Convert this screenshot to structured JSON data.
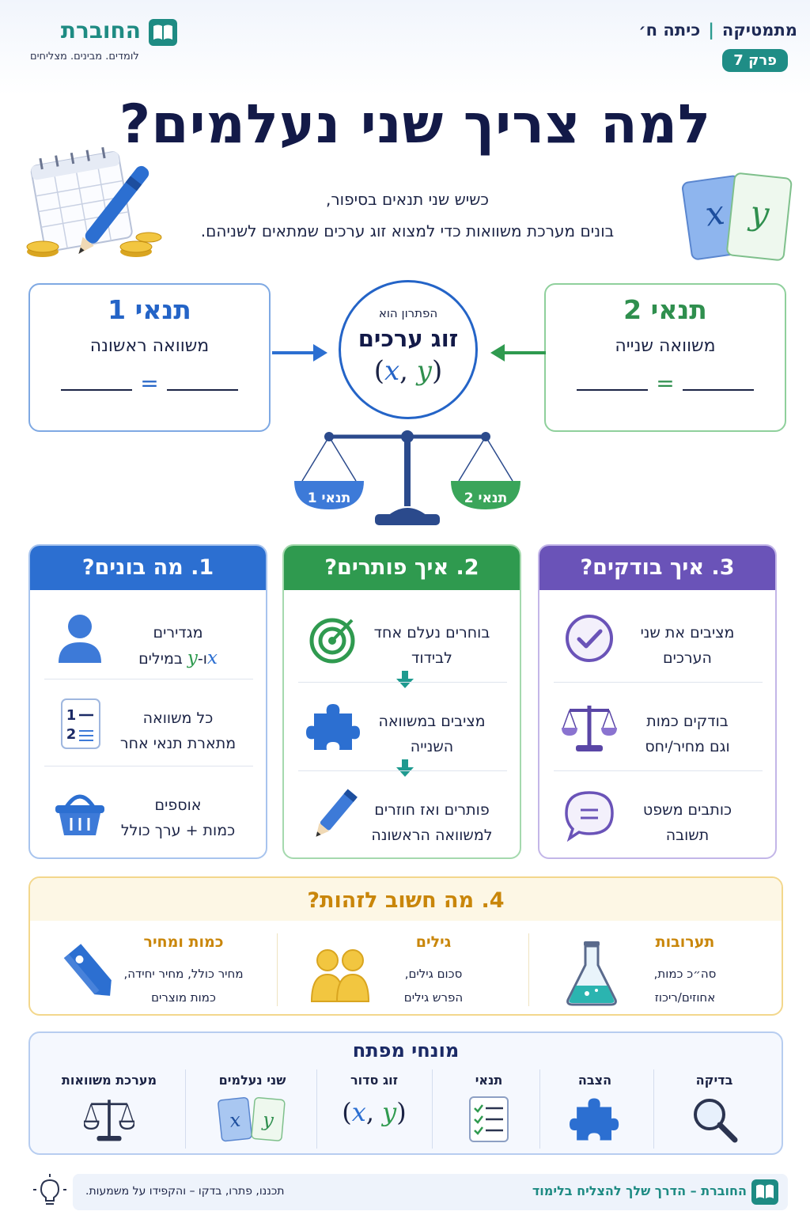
{
  "header": {
    "subject": "מתמטיקה",
    "grade": "כיתה ח׳",
    "chapter": "פרק 7",
    "brand_name": "החוברת",
    "brand_tagline": "לומדים. מבינים. מצליחים"
  },
  "title": "למה צריך שני נעלמים?",
  "intro": {
    "line1": "כשיש שני תנאים בסיפור,",
    "line2": "בונים מערכת משוואות כדי למצוא זוג ערכים שמתאים לשניהם."
  },
  "conditions": {
    "cond1_title": "תנאי 1",
    "cond1_sub": "משוואה ראשונה",
    "cond2_title": "תנאי 2",
    "cond2_sub": "משוואה שנייה",
    "equals": "="
  },
  "solution": {
    "pre": "הפתרון הוא",
    "main": "זוג ערכים",
    "x": "x",
    "y": "y"
  },
  "scale": {
    "left_pan": "תנאי 1",
    "right_pan": "תנאי 2"
  },
  "columns": [
    {
      "title": "1. מה בונים?",
      "items": [
        {
          "line1": "מגדירים",
          "line2": "במילים",
          "icon": "person-icon"
        },
        {
          "line1": "כל משוואה",
          "line2": "מתארת תנאי אחר",
          "icon": "numbered-list-icon"
        },
        {
          "line1": "אוספים",
          "line2": "כמות + ערך כולל",
          "icon": "basket-icon"
        }
      ],
      "vars": {
        "x": "x",
        "and": "ו-",
        "y": "y"
      }
    },
    {
      "title": "2. איך פותרים?",
      "items": [
        {
          "line1": "בוחרים נעלם אחד",
          "line2": "לבידוד",
          "icon": "target-icon"
        },
        {
          "line1": "מציבים במשוואה",
          "line2": "השנייה",
          "icon": "puzzle-icon"
        },
        {
          "line1": "פותרים ואז חוזרים",
          "line2": "למשוואה הראשונה",
          "icon": "pencil-icon"
        }
      ]
    },
    {
      "title": "3. איך בודקים?",
      "items": [
        {
          "line1": "מציבים את שני",
          "line2": "הערכים",
          "icon": "check-circle-icon"
        },
        {
          "line1": "בודקים כמות",
          "line2": "וגם מחיר/יחס",
          "icon": "scale-icon"
        },
        {
          "line1": "כותבים משפט",
          "line2": "תשובה",
          "icon": "speech-bubble-icon"
        }
      ]
    }
  ],
  "section4": {
    "title": "4. מה חשוב לזהות?",
    "items": [
      {
        "title": "כמות ומחיר",
        "line1": "מחיר כולל, מחיר יחידה,",
        "line2": "כמות מוצרים",
        "icon": "price-tag-icon"
      },
      {
        "title": "גילים",
        "line1": "סכום גילים,",
        "line2": "הפרש גילים",
        "icon": "people-icon"
      },
      {
        "title": "תערובות",
        "line1": "סה״כ כמות,",
        "line2": "אחוזים/ריכוז",
        "icon": "flask-icon"
      }
    ]
  },
  "terms": {
    "title": "מונחי מפתח",
    "items": [
      {
        "label": "מערכת משוואות",
        "icon": "scale-icon"
      },
      {
        "label": "שני נעלמים",
        "icon": "xy-cards-icon"
      },
      {
        "label": "זוג סדור",
        "icon": "ordered-pair-icon"
      },
      {
        "label": "תנאי",
        "icon": "checklist-icon"
      },
      {
        "label": "הצבה",
        "icon": "puzzle-icon"
      },
      {
        "label": "בדיקה",
        "icon": "magnifier-icon"
      }
    ],
    "pair_x": "x",
    "pair_y": "y"
  },
  "footer": {
    "brand": "החוברת – הדרך שלך להצליח בלימוד",
    "note": "תכננו, פתרו, בדקו – והקפידו על משמעות."
  },
  "colors": {
    "blue": "#2c6fd1",
    "green": "#2f9a4f",
    "purple": "#6a53b8",
    "gold": "#c9860a",
    "teal": "#1e8b83",
    "navy": "#131a48"
  }
}
